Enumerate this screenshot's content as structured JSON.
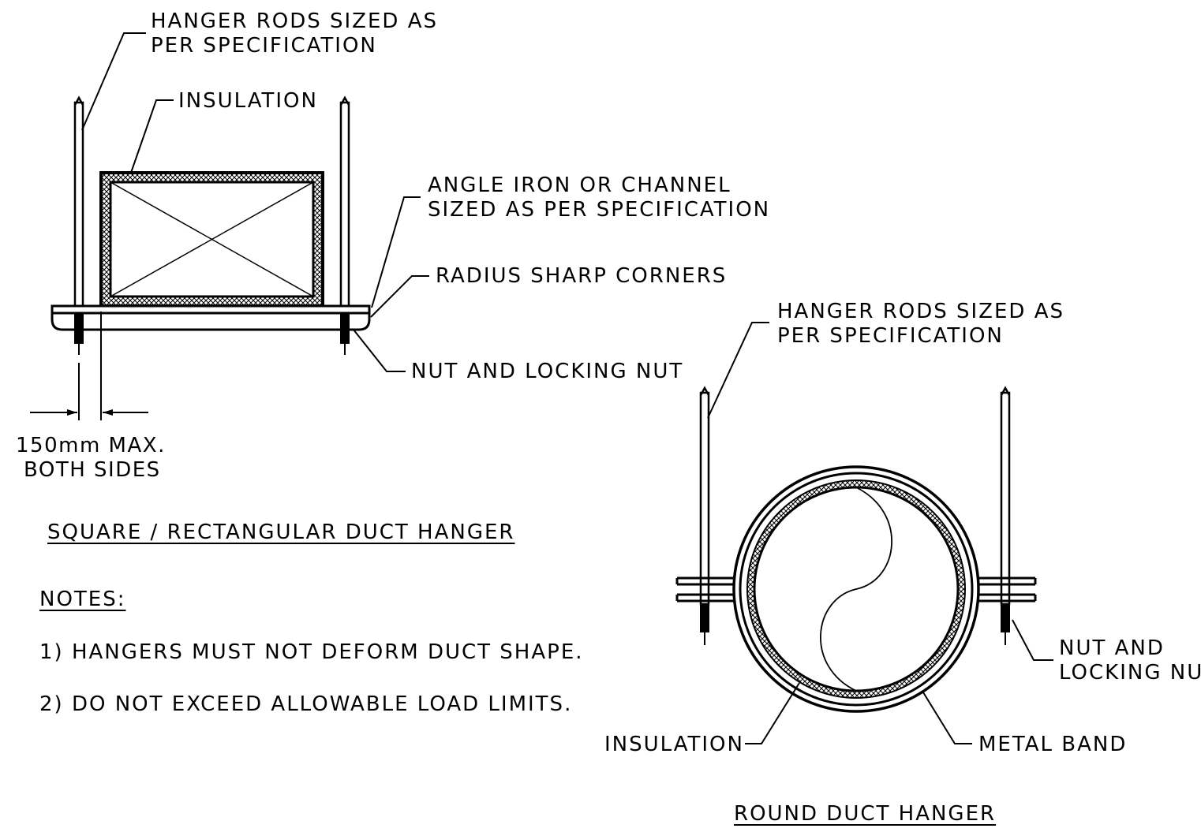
{
  "rect_hanger": {
    "title": "SQUARE / RECTANGULAR DUCT HANGER",
    "rods_label_l1": "HANGER RODS SIZED AS",
    "rods_label_l2": "PER SPECIFICATION",
    "insulation_label": "INSULATION",
    "angle_label_l1": "ANGLE IRON OR CHANNEL",
    "angle_label_l2": "SIZED AS PER SPECIFICATION",
    "radius_label": "RADIUS SHARP CORNERS",
    "nut_label": "NUT AND LOCKING NUT",
    "dim_label_l1": "150mm MAX.",
    "dim_label_l2": "BOTH SIDES"
  },
  "notes": {
    "heading": "NOTES:",
    "items": [
      "1) HANGERS MUST NOT DEFORM DUCT SHAPE.",
      "2) DO NOT EXCEED ALLOWABLE LOAD LIMITS."
    ]
  },
  "round_hanger": {
    "title": "ROUND DUCT HANGER",
    "rods_label_l1": "HANGER RODS SIZED AS",
    "rods_label_l2": "PER SPECIFICATION",
    "nut_label_l1": "NUT AND",
    "nut_label_l2": "LOCKING NUT",
    "insulation_label": "INSULATION",
    "band_label": "METAL BAND"
  },
  "colors": {
    "line": "#000000",
    "background": "#ffffff"
  }
}
